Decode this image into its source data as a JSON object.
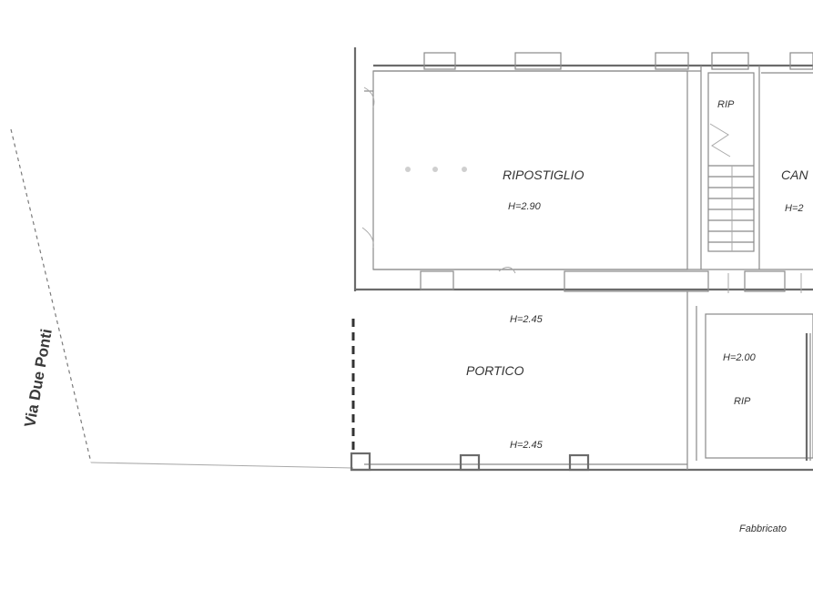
{
  "street_label": "Via Due Ponti",
  "rooms": {
    "ripostiglio": {
      "name": "RIPOSTIGLIO",
      "height": "H=2.90"
    },
    "portico": {
      "name": "PORTICO",
      "height_top": "H=2.45",
      "height_bottom": "H=2.45"
    },
    "cantina": {
      "name": "CAN",
      "height": "H=2"
    },
    "stair": {
      "label": "RIP"
    },
    "small_room": {
      "height": "H=2.00",
      "name": "RIP"
    }
  },
  "footer_note": "Fabbricato"
}
